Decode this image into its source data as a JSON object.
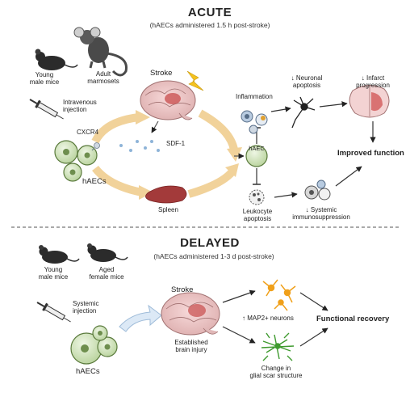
{
  "acute": {
    "title": "ACUTE",
    "subtitle": "(hAECs administered 1.5 h post-stroke)",
    "animals": [
      {
        "label_line1": "Young",
        "label_line2": "male mice"
      },
      {
        "label_line1": "Adult",
        "label_line2": "marmosets"
      }
    ],
    "injection_line1": "Intravenous",
    "injection_line2": "injection",
    "receptor": "CXCR4",
    "cells": "hAECs",
    "stroke": "Stroke",
    "chemokine": "SDF-1",
    "spleen": "Spleen",
    "hub_cell": "hAEC",
    "inflammation": "Inflammation",
    "neuronal_apoptosis_line1": "Neuronal",
    "neuronal_apoptosis_line2": "apoptosis",
    "infarct_line1": "Infarct",
    "infarct_line2": "progression",
    "leukocyte_line1": "Leukocyte",
    "leukocyte_line2": "apoptosis",
    "systemic_line1": "Systemic",
    "systemic_line2": "immunosuppression",
    "outcome": "Improved function"
  },
  "delayed": {
    "title": "DELAYED",
    "subtitle": "(hAECs administered 1-3 d post-stroke)",
    "animals": [
      {
        "label_line1": "Young",
        "label_line2": "male mice"
      },
      {
        "label_line1": "Aged",
        "label_line2": "female mice"
      }
    ],
    "injection_line1": "Systemic",
    "injection_line2": "injection",
    "cells": "hAECs",
    "stroke": "Stroke",
    "injury_line1": "Established",
    "injury_line2": "brain injury",
    "neurons": "MAP2+ neurons",
    "glial_line1": "Change in",
    "glial_line2": "glial scar structure",
    "outcome": "Functional recovery"
  },
  "colors": {
    "cell_fill": "#d6e7c4",
    "cell_stroke": "#5a7a3c",
    "arrow_fill": "#fbe3b6",
    "arrow_stroke": "#e7b86b",
    "brain_fill": "#f2cfcf",
    "infarct": "#c84b4b",
    "spleen": "#a33a3a",
    "neuron": "#f0a01a",
    "glia": "#3e9a2e",
    "blue_arrow": "#cfe2f5"
  }
}
